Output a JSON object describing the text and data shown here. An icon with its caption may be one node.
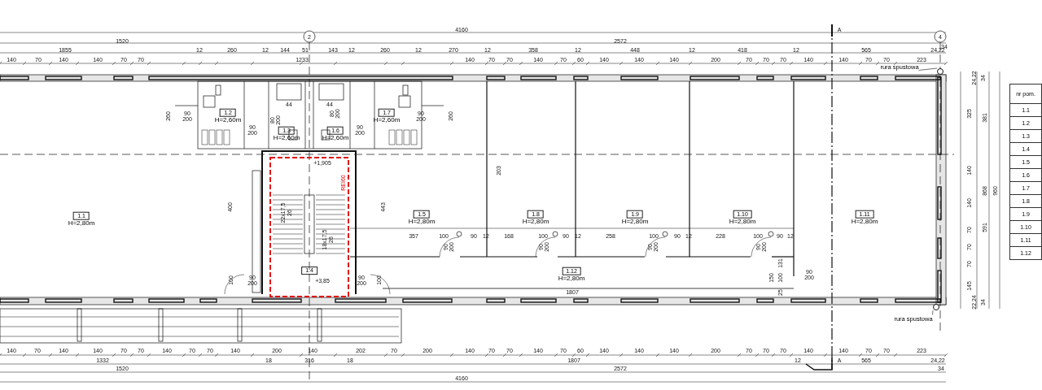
{
  "diagram": {
    "nodes": [
      {
        "text": [
          "1.1",
          "H=2,80m"
        ]
      },
      {
        "text": [
          "1.2",
          "H=2,60m"
        ]
      },
      {
        "text": [
          "1.3",
          "H=2,60m"
        ]
      },
      {
        "text": [
          "1.4"
        ]
      },
      {
        "text": [
          "1.5",
          "H=2,80m"
        ]
      },
      {
        "text": [
          "1.6",
          "H=2,60m"
        ]
      },
      {
        "text": [
          "1.7",
          "H=2,60m"
        ]
      },
      {
        "text": [
          "1.8",
          "H=2,80m"
        ]
      },
      {
        "text": [
          "1.9",
          "H=2,80m"
        ]
      },
      {
        "text": [
          "1.10",
          "H=2,80m"
        ]
      },
      {
        "text": [
          "1.11",
          "H=2,80m"
        ]
      },
      {
        "text": [
          "1.12",
          "H=2,80m"
        ]
      },
      {
        "text": [
          "rura spustowa"
        ]
      },
      {
        "text": [],
        "shape": "circle"
      },
      {
        "text": [
          "rura spustowa"
        ]
      },
      {
        "text": [],
        "shape": "circle"
      }
    ],
    "edges": [
      {
        "from": 12,
        "to": 13,
        "arrow": "none"
      },
      {
        "from": 14,
        "to": 15,
        "arrow": "none"
      }
    ],
    "labels": [
      "4160",
      "A",
      "2",
      "4",
      "1520",
      "2572",
      "34",
      "1855",
      "12",
      "260",
      "12",
      "144",
      "51",
      "143",
      "12",
      "260",
      "12",
      "270",
      "12",
      "358",
      "12",
      "448",
      "12",
      "418",
      "12",
      "565",
      "24,22",
      "140",
      "70",
      "140",
      "140",
      "70",
      "70",
      "1233",
      "140",
      "70",
      "70",
      "140",
      "70",
      "60",
      "140",
      "140",
      "140",
      "200",
      "70",
      "70",
      "70",
      "140",
      "140",
      "70",
      "70",
      "223",
      "260",
      "90 200",
      "90 200",
      "80 200",
      "44",
      "44",
      "80 200",
      "90 200",
      "90 200",
      "260",
      "400",
      "+1,905",
      "REI60",
      "22x17,5",
      "26",
      "18x17,5",
      "26",
      "443",
      "203",
      "357",
      "100",
      "90",
      "12",
      "168",
      "100",
      "90",
      "12",
      "258",
      "100",
      "90",
      "12",
      "228",
      "100",
      "90",
      "12",
      "90 200",
      "90 200",
      "90 200",
      "90 200",
      "100",
      "90 200",
      "+3,85",
      "90 200",
      "100",
      "131",
      "150",
      "100",
      "25",
      "90 200",
      "1807",
      "24,22",
      "34",
      "325",
      "381",
      "140",
      "868",
      "960",
      "140",
      "591",
      "70",
      "70",
      "70",
      "145",
      "22,24",
      "34",
      "140",
      "70",
      "140",
      "140",
      "70",
      "70",
      "140",
      "70",
      "70",
      "140",
      "200",
      "140",
      "202",
      "70",
      "200",
      "140",
      "70",
      "70",
      "140",
      "70",
      "60",
      "140",
      "140",
      "140",
      "200",
      "70",
      "70",
      "70",
      "140",
      "140",
      "70",
      "70",
      "223",
      "1332",
      "18",
      "316",
      "18",
      "1807",
      "12",
      "565",
      "24,22",
      "1520",
      "2572",
      "34",
      "4160",
      "A",
      "nr pom.",
      "1.1",
      "1.2",
      "1.3",
      "1.4",
      "1.5",
      "1.6",
      "1.7",
      "1.8",
      "1.9",
      "1.10",
      "1.11",
      "1.12"
    ]
  }
}
